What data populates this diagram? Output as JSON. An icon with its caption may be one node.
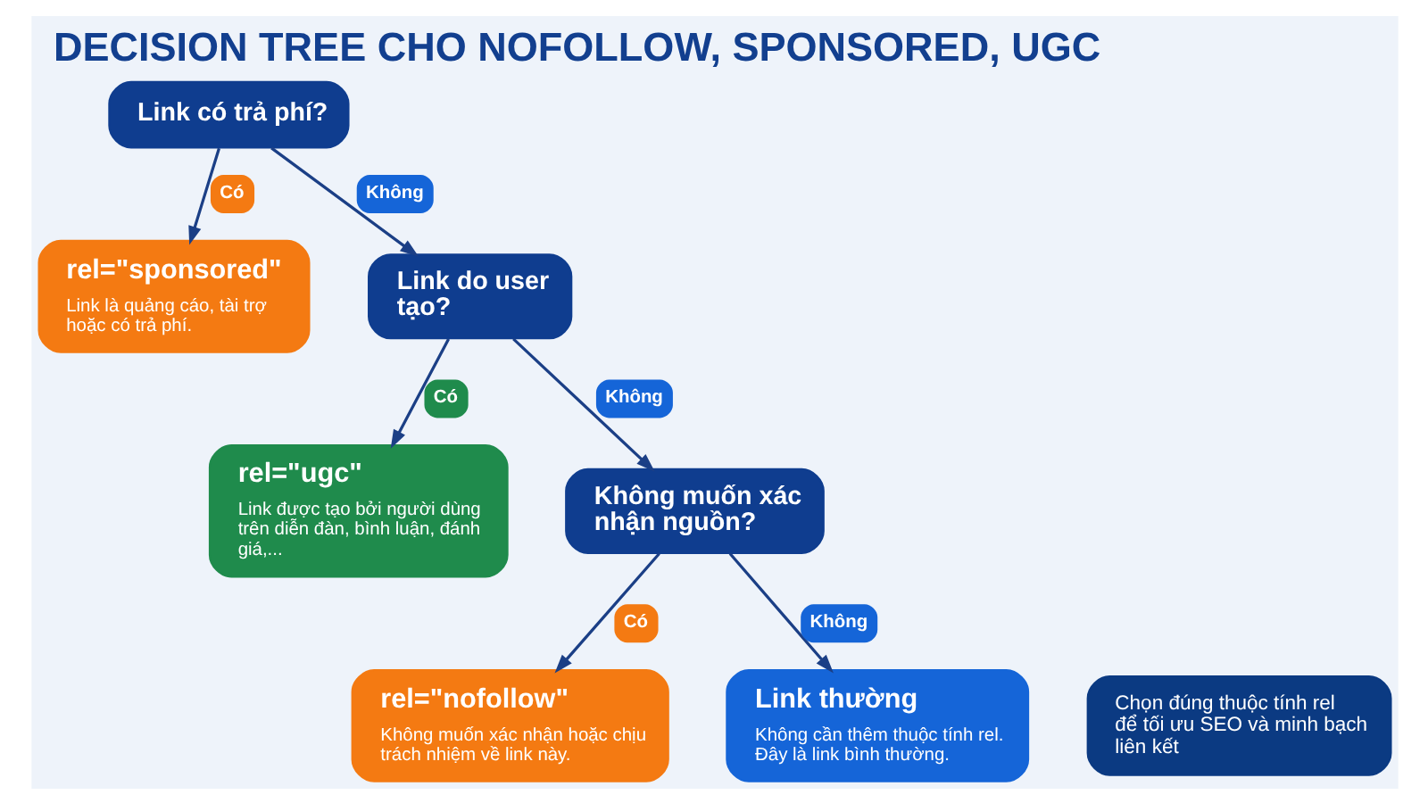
{
  "diagram": {
    "title": "DECISION TREE CHO NOFOLLOW, SPONSORED, UGC",
    "nodes": [
      {
        "text": [
          "Link có trả phí?"
        ]
      },
      {
        "text": [
          "rel=\"sponsored\"",
          "Link là quảng cáo, tài trợ hoặc có trả phí."
        ]
      },
      {
        "text": [
          "Link do user tạo?"
        ]
      },
      {
        "text": [
          "rel=\"ugc\"",
          "Link được tạo bởi người dùng trên diễn đàn, bình luận, đánh giá,..."
        ]
      },
      {
        "text": [
          "Không muốn xác nhận nguồn?"
        ]
      },
      {
        "text": [
          "rel=\"nofollow\"",
          "Không muốn xác nhận hoặc chịu trách nhiệm về link này."
        ]
      },
      {
        "text": [
          "Link thường",
          "Không cần thêm thuộc tính rel. Đây là link bình thường."
        ]
      },
      {
        "text": [
          "Chọn đúng thuộc tính rel để tối ưu SEO và minh bạch liên kết"
        ]
      }
    ],
    "edges": [
      {
        "from": 0,
        "to": 1,
        "arrow": "to",
        "label": "Có"
      },
      {
        "from": 0,
        "to": 2,
        "arrow": "to",
        "label": "Không"
      },
      {
        "from": 2,
        "to": 3,
        "arrow": "to",
        "label": "Có"
      },
      {
        "from": 2,
        "to": 4,
        "arrow": "to",
        "label": "Không"
      },
      {
        "from": 4,
        "to": 5,
        "arrow": "to",
        "label": "Có"
      },
      {
        "from": 4,
        "to": 6,
        "arrow": "to",
        "label": "Không"
      }
    ]
  }
}
